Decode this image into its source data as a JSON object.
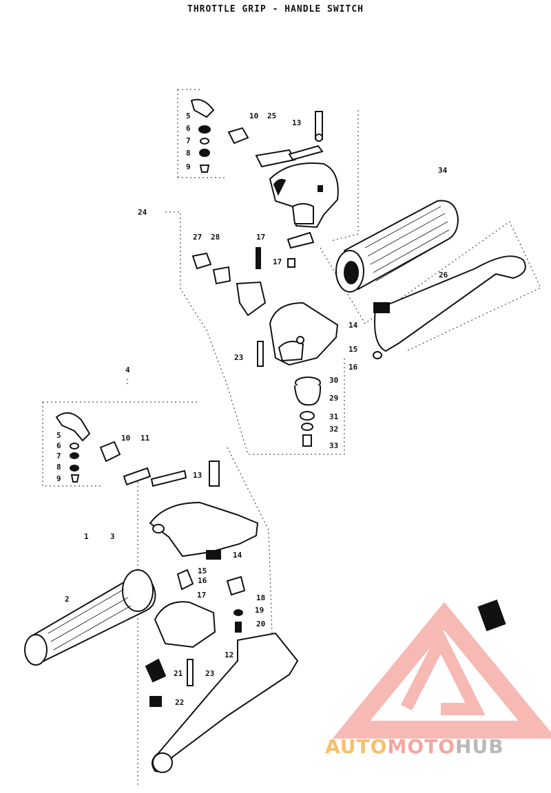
{
  "title": "THROTTLE GRIP - HANDLE SWITCH",
  "watermark": {
    "part1": "AUTO",
    "part2": "MOTO",
    "part3": "HUB",
    "colors": [
      "#f7bf6b",
      "#f4a6a0",
      "#b9b9b9"
    ]
  },
  "callouts": {
    "c5a": "5",
    "c6a": "6",
    "c7a": "7",
    "c8a": "8",
    "c9a": "9",
    "c10a": "10",
    "c25": "25",
    "c13a": "13",
    "c34": "34",
    "c24": "24",
    "c27": "27",
    "c28": "28",
    "c17a": "17",
    "c17b": "17",
    "c26": "26",
    "c14a": "14",
    "c15a": "15",
    "c16a": "16",
    "c23a": "23",
    "c30": "30",
    "c29": "29",
    "c31": "31",
    "c32": "32",
    "c33": "33",
    "c4": "4",
    "c5b": "5",
    "c6b": "6",
    "c7b": "7",
    "c8b": "8",
    "c9b": "9",
    "c10b": "10",
    "c11": "11",
    "c13b": "13",
    "c1": "1",
    "c3": "3",
    "c14b": "14",
    "c15b": "15",
    "c16b": "16",
    "c17c": "17",
    "c2": "2",
    "c18": "18",
    "c19": "19",
    "c20": "20",
    "c12": "12",
    "c21": "21",
    "c23b": "23",
    "c22": "22"
  }
}
